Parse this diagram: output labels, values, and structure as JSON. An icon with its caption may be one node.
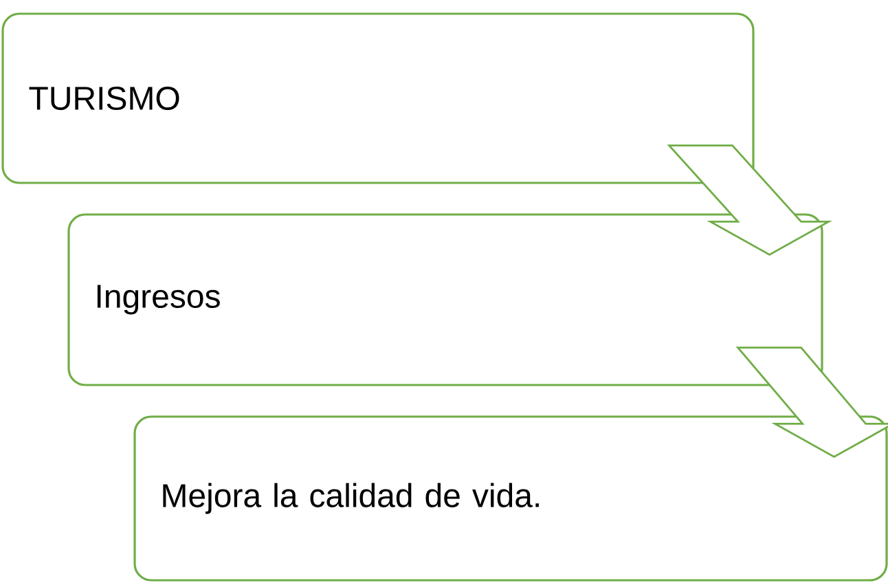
{
  "diagram": {
    "nodes": [
      {
        "text": [
          "TURISMO"
        ]
      },
      {
        "text": [
          "Ingresos"
        ]
      },
      {
        "text": [
          "Mejora la calidad de vida."
        ]
      }
    ],
    "edges": [
      {
        "from": 0,
        "to": 1,
        "arrow": "to"
      },
      {
        "from": 1,
        "to": 2,
        "arrow": "to"
      }
    ]
  }
}
